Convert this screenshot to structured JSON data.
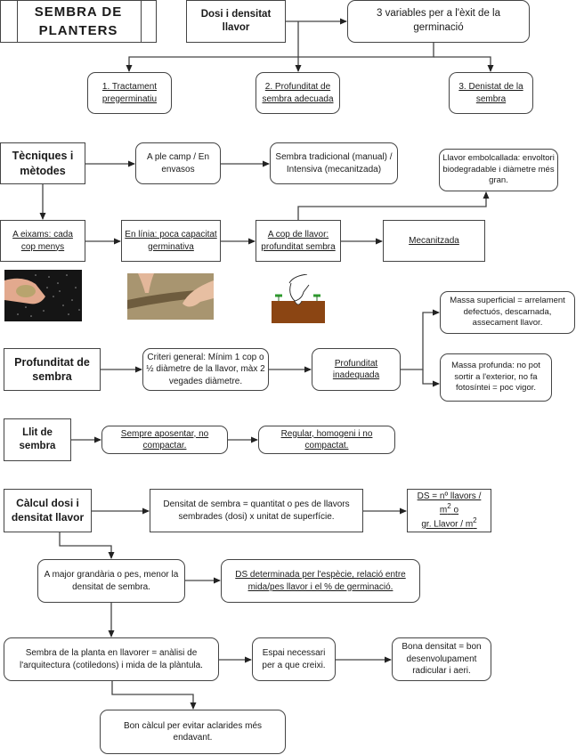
{
  "title": "SEMBRA DE PLANTERS",
  "top_section": {
    "dose_node": "Dosi i densitat llavor",
    "variables_node": "3 variables per a l'èxit de la germinació",
    "variables": [
      "1. Tractament pregerminatiu",
      "2. Profunditat de sembra adecuada",
      "3. Denistat de la sembra"
    ]
  },
  "techniques": {
    "root": "Tècniques i mètodes",
    "open_field": "A ple camp / En envasos",
    "traditional": "Sembra tradicional (manual) / Intensiva (mecanitzada)",
    "coated_seed": "Llavor embolcallada: envoltori biodegradable i diàmetre més gran.",
    "methods": [
      "A eixams: cada cop menys",
      "En línia: poca capacitat germinativa",
      "A cop de llavor: profunditat sembra",
      "Mecanitzada"
    ],
    "images": [
      {
        "icon": "hand-broadcasting-seeds-photo"
      },
      {
        "icon": "hands-sowing-in-row-photo"
      },
      {
        "icon": "seed-hole-sowing-illustration"
      }
    ]
  },
  "depth": {
    "root": "Profunditat de sembra",
    "criterion": "Criteri general: Mínim 1 cop o ½ diàmetre de la llavor, màx 2 vegades diàmetre.",
    "inadequate": "Profunditat inadequada",
    "shallow": "Massa superficial = arrelament defectuós, descarnada, assecament llavor.",
    "deep": "Massa profunda: no pot sortir a l'exterior, no fa fotosíntei = poc vigor."
  },
  "seedbed": {
    "root": "Llit de sembra",
    "step1": "Sempre aposentar, no compactar.",
    "step2": "Regular, homogeni i no compactat."
  },
  "calc": {
    "root": "Càlcul dosi i densitat llavor",
    "definition": "Densitat de sembra = quantitat o pes de llavors sembrades (dosi) x unitat de superfície.",
    "formula_line1": "DS = nº llavors / m",
    "formula_line1_tail": " o",
    "formula_line2": "gr. Llavor / m",
    "formula_exp": "2",
    "size_rule": "A major grandària o pes, menor la densitat de sembra.",
    "species": "DS determinada per l'espècie, relació entre mida/pes llavor i el % de germinació.",
    "nursery": "Sembra de la planta en llavorer = anàlisi de l'arquitectura (cotiledons) i mida de la plàntula.",
    "space": "Espai necessari per a que creixi.",
    "good_density": "Bona densitat = bon desenvolupament radicular i aeri.",
    "good_calc": "Bon càlcul per evitar aclarides més endavant."
  }
}
